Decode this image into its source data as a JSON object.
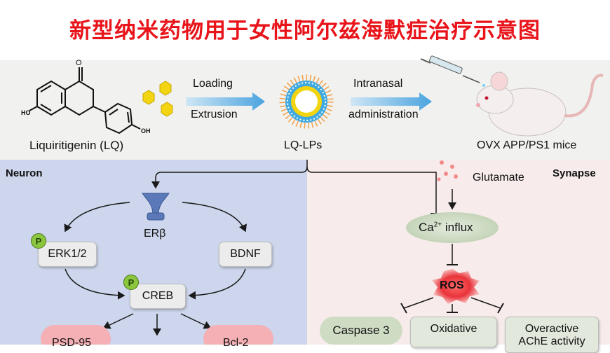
{
  "title": "新型纳米药物用于女性阿尔兹海默症治疗示意图",
  "top": {
    "ho_left": "HO",
    "oh_right": "OH",
    "oxygen": "O",
    "compound_label": "Liquiritigenin (LQ)",
    "arrow1_top": "Loading",
    "arrow1_bottom": "Extrusion",
    "nanoparticle_label": "LQ-LPs",
    "arrow2_top": "Intranasal",
    "arrow2_bottom": "administration",
    "mouse_label": "OVX APP/PS1 mice"
  },
  "neuron": {
    "section_label": "Neuron",
    "receptor_label": "ERβ",
    "erk_label": "ERK1/2",
    "bdnf_label": "BDNF",
    "creb_label": "CREB",
    "psd95_label": "PSD-95",
    "bcl2_label": "Bcl-2",
    "phospho_label": "P"
  },
  "synapse": {
    "section_label": "Synapse",
    "glutamate_label": "Glutamate",
    "calcium_prefix": "Ca",
    "calcium_sup": "2+",
    "calcium_suffix": " influx",
    "ros_label": "ROS",
    "caspase_label": "Caspase 3",
    "oxidative_label": "Oxidative",
    "overactive_label": "Overactive",
    "ache_label": "AChE activity"
  },
  "colors": {
    "title_red": "#e8141a",
    "flavonoid_yellow": "#f2d410",
    "liposome_blue": "#3fa9e0",
    "phospho_green": "#8cc63f",
    "receptor_blue": "#5b79b8",
    "ros_red": "#e8333a",
    "cell_pill_green": "#cfdcc4"
  }
}
